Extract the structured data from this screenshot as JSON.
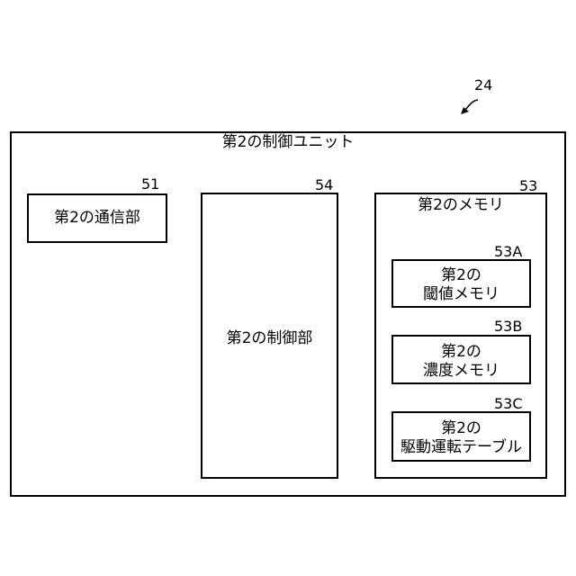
{
  "figure_ref": "24",
  "outer_unit": {
    "title": "第2の制御ユニット"
  },
  "blocks": {
    "comm": {
      "label": "第2の通信部",
      "ref": "51"
    },
    "control": {
      "label": "第2の制御部",
      "ref": "54"
    },
    "memory": {
      "label": "第2のメモリ",
      "ref": "53"
    },
    "threshold": {
      "line1": "第2の",
      "line2": "閾値メモリ",
      "ref": "53A"
    },
    "concentration": {
      "line1": "第2の",
      "line2": "濃度メモリ",
      "ref": "53B"
    },
    "drive": {
      "line1": "第2の",
      "line2": "駆動運転テーブル",
      "ref": "53C"
    }
  }
}
